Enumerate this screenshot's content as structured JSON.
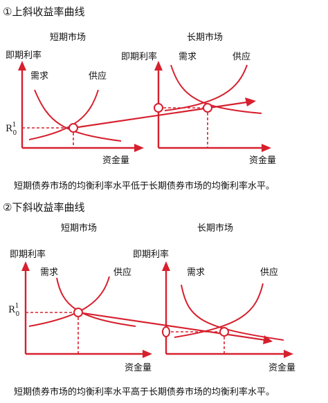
{
  "colors": {
    "accent": "#d6202e",
    "text": "#111111"
  },
  "upward": {
    "title": "①上斜收益率曲线",
    "short_term_market": "短期市场",
    "long_term_market": "长期市场",
    "y_axis_label": "即期利率",
    "x_axis_label": "资金量",
    "demand_label": "需求",
    "supply_label": "供应",
    "rate_label": "R",
    "rate_sup": "1",
    "rate_sub": "0",
    "caption": "短期债券市场的均衡利率水平低于长期债券市场的均衡利率水平。"
  },
  "downward": {
    "title": "②下斜收益率曲线",
    "short_term_market": "短期市场",
    "long_term_market": "长期市场",
    "y_axis_label": "即期利率",
    "x_axis_label": "资金量",
    "demand_label": "需求",
    "supply_label": "供应",
    "rate_label": "R",
    "rate_sup": "1",
    "rate_sub": "0",
    "caption": "短期债券市场的均衡利率水平高于长期债券市场的均衡利率水平。"
  }
}
